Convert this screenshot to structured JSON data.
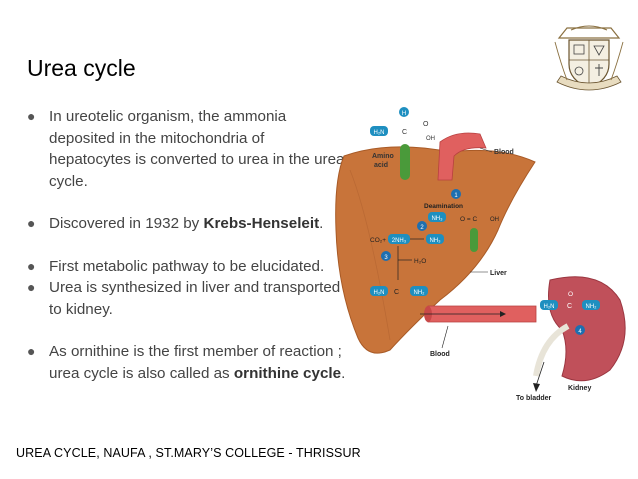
{
  "slide": {
    "title": "Urea cycle",
    "bullets": [
      {
        "text": "In ureotelic organism, the ammonia deposited in the mitochondria of hepatocytes is converted to urea in the urea cycle."
      },
      {
        "pre": "Discovered in 1932 by ",
        "bold": "Krebs-Henseleit",
        "post": "."
      },
      {
        "text": "First metabolic pathway to be elucidated."
      },
      {
        "text": "Urea is synthesized in liver and transported to kidney."
      },
      {
        "pre": "As ornithine is the first member of reaction ; urea cycle is also called as ",
        "bold": "ornithine cycle",
        "post": "."
      }
    ],
    "footer": "UREA CYCLE, NAUFA , ST.MARY’S COLLEGE - THRISSUR"
  },
  "diagram": {
    "labels": {
      "amino_acid_1": "Amino",
      "amino_acid_2": "acid",
      "blood_top": "Blood",
      "deamination": "Deamination",
      "liver": "Liver",
      "blood_bottom": "Blood",
      "kidney": "Kidney",
      "to_bladder": "To bladder",
      "co2": "CO₂+",
      "two_nh3": "2NH₃",
      "h2o": "H₂O",
      "nh3_a": "NH₃",
      "nh3_b": "NH₃",
      "h2n": "H₂N",
      "nh2": "NH₂",
      "h2n_k": "H₂N",
      "nh2_k": "NH₂",
      "o_c": "O = C",
      "oh": "OH",
      "c": "C",
      "o": "O",
      "h": "H",
      "step1": "1",
      "step2": "2",
      "step3": "3",
      "step4": "4"
    },
    "colors": {
      "liver": "#c8743a",
      "kidney": "#c0505a",
      "vessel": "#e0605f",
      "nitrogen": "#1e8fc0",
      "amino_acid": "#4a9a3a",
      "urea_box": "#1e6fb0"
    }
  }
}
